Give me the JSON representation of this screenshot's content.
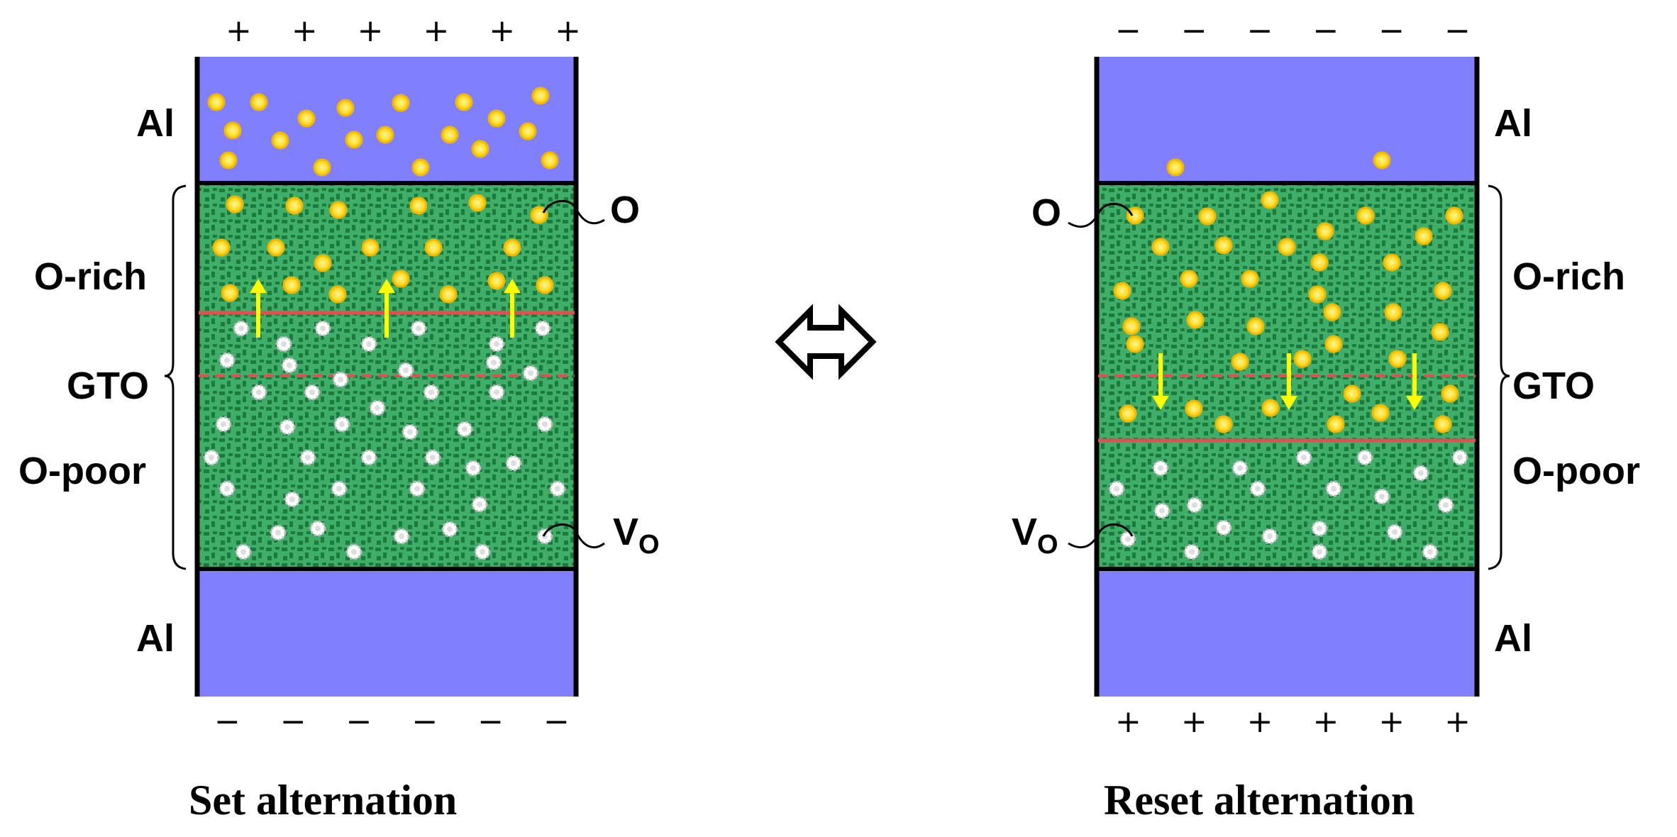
{
  "left_panel": {
    "top_signs": "+    +    +    +    +    +",
    "bottom_signs": "−    −    −    −    −    −",
    "top_electrode_label": "Al",
    "bottom_electrode_label": "Al",
    "region_labels": {
      "o_rich": "O-rich",
      "gto": "GTO",
      "o_poor": "O-poor"
    },
    "oxygen_label": "O",
    "vacancy_label": {
      "main": "V",
      "sub": "O"
    },
    "caption": "Set alternation",
    "ion_motion": "up"
  },
  "right_panel": {
    "top_signs": "−    −    −    −    −    −",
    "bottom_signs": "+    +    +    +    +    +",
    "top_electrode_label": "Al",
    "bottom_electrode_label": "Al",
    "region_labels": {
      "o_rich": "O-rich",
      "gto": "GTO",
      "o_poor": "O-poor"
    },
    "oxygen_label": "O",
    "vacancy_label": {
      "main": "V",
      "sub": "O"
    },
    "caption": "Reset alternation",
    "ion_motion": "down"
  },
  "center": {
    "arrow_icon": "double-headed-arrow-icon"
  },
  "colors": {
    "electrode": "#8080ff",
    "oxide": "#3fae68",
    "oxide_pattern": "#1d7a3f",
    "oxygen_ion": "#ffd400",
    "oxygen_ion_center": "#ffe866",
    "vacancy": "#ffffff",
    "ion_motion_arrow": "#ffff00",
    "interface_line": "#e05050"
  }
}
